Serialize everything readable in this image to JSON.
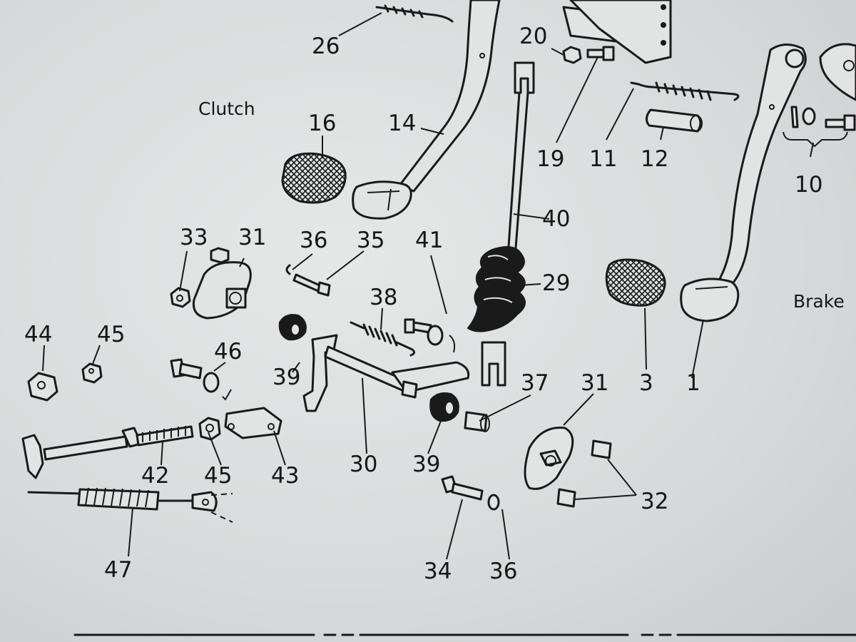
{
  "parts_diagram": {
    "section_labels": {
      "clutch": "Clutch",
      "brake": "Brake"
    },
    "callouts": {
      "p26": "26",
      "p20": "20",
      "p16": "16",
      "p14": "14",
      "p19": "19",
      "p11": "11",
      "p12": "12",
      "p10": "10",
      "p40": "40",
      "p33": "33",
      "p31a": "31",
      "p36a": "36",
      "p35": "35",
      "p41": "41",
      "p29": "29",
      "p38": "38",
      "p44": "44",
      "p45a": "45",
      "p46": "46",
      "p39a": "39",
      "p37": "37",
      "p31b": "31",
      "p3": "3",
      "p1": "1",
      "p42": "42",
      "p45b": "45",
      "p43": "43",
      "p30": "30",
      "p39b": "39",
      "p32": "32",
      "p47": "47",
      "p34": "34",
      "p36b": "36"
    }
  }
}
